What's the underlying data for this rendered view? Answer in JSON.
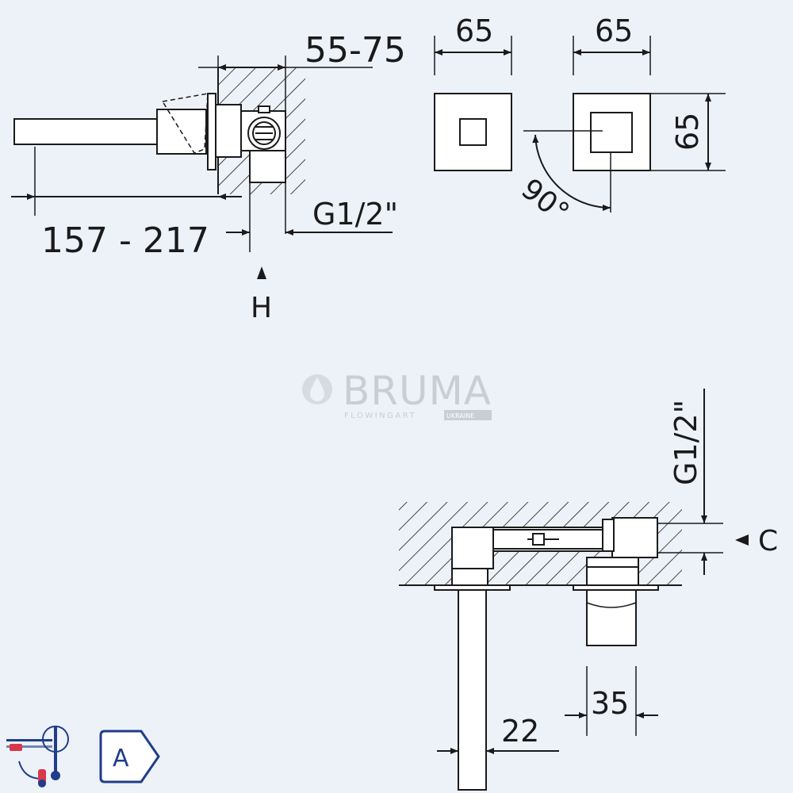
{
  "side_view": {
    "depth_label": "55-75",
    "length_label": "157 - 217",
    "thread_label": "G1/2\"",
    "h_label": "H"
  },
  "front_views": {
    "width_left_label": "65",
    "width_right_label": "65",
    "height_label": "65",
    "angle_label": "90°"
  },
  "plan_view": {
    "thread_label": "G1/2\"",
    "c_label": "C",
    "dim_35_label": "35",
    "dim_22_label": "22"
  },
  "watermark": {
    "brand": "BRUMA",
    "sub": "FLOWINGART",
    "badge": "UKRAINE"
  },
  "badges": {
    "class_letter": "A"
  },
  "colors": {
    "background": "#edf1f8",
    "line": "#1a1a1a",
    "badge_blue": "#1f3d8a",
    "accent_red": "#d9374a",
    "watermark": "#c9ced6"
  }
}
